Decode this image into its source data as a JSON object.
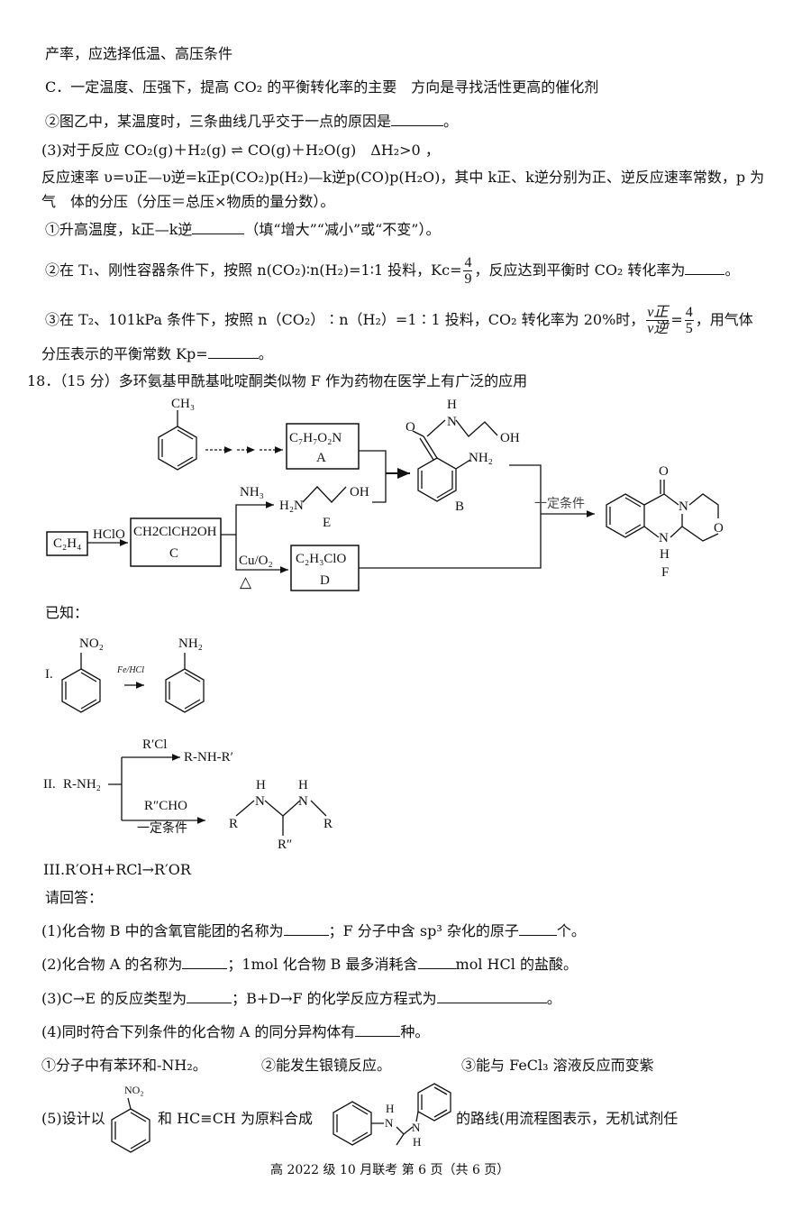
{
  "text": {
    "l1": "产率，应选择低温、高压条件",
    "l2": "C．一定温度、压强下，提高 CO₂ 的平衡转化率的主要　方向是寻找活性更高的催化剂",
    "l3": "②图乙中，某温度时，三条曲线几乎交于一点的原因是",
    "l3_end": "。",
    "l4": "(3)对于反应 CO₂(g)＋H₂(g) ⇌ CO(g)＋H₂O(g)　ΔH₂>0 ，",
    "l5": "反应速率 υ=υ正—υ逆=k正p(CO₂)p(H₂)—k逆p(CO)p(H₂O)，其中 k正、k逆分别为正、逆反应速率常数，p 为",
    "l6": "气　体的分压（分压＝总压×物质的量分数）。",
    "l7": "①升高温度，k正—k逆",
    "l7_end": "（填“增大”“减小”或“不变”）。",
    "l8": "②在 T₁、刚性容器条件下，按照 n(CO₂)∶n(H₂)=1∶1 投料，Kc=",
    "l8_num": "4",
    "l8_den": "9",
    "l8_end": "，反应达到平衡时 CO₂ 转化率为",
    "l8_end2": "。",
    "l9": "③在 T₂、101kPa 条件下，按照 n（CO₂）∶n（H₂）=1∶1 投料，CO₂ 转化率为 20%时，",
    "l9_vnum": "v正",
    "l9_vden": "v逆",
    "l9_eq": "=",
    "l9_num": "4",
    "l9_den": "5",
    "l9_end": "，用气体",
    "l10": "分压表示的平衡常数 Kp=",
    "l10_end": "。",
    "q18": "18．（15 分）多环氨基甲酰基吡啶酮类似物 F 作为药物在医学上有广泛的应用",
    "known": "已知：",
    "answer": "请回答：",
    "a1": "(1)化合物 B 中的含氧官能团的名称为",
    "a1_mid": "；F 分子中含 sp³ 杂化的原子",
    "a1_end": "个。",
    "a2": "(2)化合物 A 的名称为",
    "a2_mid": "；1mol 化合物 B 最多消耗含",
    "a2_end": "mol HCl 的盐酸。",
    "a3": "(3)C→E 的反应类型为",
    "a3_mid": "；B+D→F 的化学反应方程式为",
    "a3_end": "。",
    "a4": "(4)同时符合下列条件的化合物 A 的同分异构体有",
    "a4_end": "种。",
    "c1": "①分子中有苯环和-NH₂。",
    "c2": "②能发生银镜反应。",
    "c3": "③能与 FeCl₃ 溶液反应而变紫",
    "a5": "(5)设计以",
    "a5_mid": "和 HC≡CH 为原料合成",
    "a5_end": "的路线(用流程图表示，无机试剂任",
    "footer": "高 2022 级 10 月联考 第 6 页（共 6 页）"
  },
  "scheme": {
    "ch3": "CH₃",
    "a_formula": "C₇H₇O₂N",
    "a_label": "A",
    "b_o": "O",
    "b_h": "H",
    "b_n": "N",
    "b_oh": "OH",
    "b_nh2": "NH₂",
    "b_label": "B",
    "nh3": "NH₃",
    "e_h2n": "H₂N",
    "e_oh": "OH",
    "e_label": "E",
    "c2h4": "C₂H₄",
    "hclo": "HClO",
    "c_formula": "CH2ClCH2OH",
    "c_label": "C",
    "cu_o2": "Cu/O₂",
    "delta": "△",
    "d_formula": "C₂H₃ClO",
    "d_label": "D",
    "cond": "一定条件",
    "f_o": "O",
    "f_n": "N",
    "f_nh": "N",
    "f_h": "H",
    "f_ring_o": "O",
    "f_label": "F"
  },
  "known": {
    "i_label": "I.",
    "i_no2": "NO₂",
    "i_reagent": "Fe/HCl",
    "i_nh2": "NH₂",
    "ii_label": "II.",
    "ii_rnh2": "R-NH₂",
    "ii_r1cl": "R′Cl",
    "ii_prod1": "R-NH-R′",
    "ii_r2cho": "R″CHO",
    "ii_cond": "一定条件",
    "ii_h1": "H",
    "ii_n1": "N",
    "ii_h2": "H",
    "ii_n2": "N",
    "ii_r_left": "R",
    "ii_r_right": "R",
    "ii_r2": "R″",
    "iii": "III.R′OH+RCl→R′OR"
  },
  "q5": {
    "no2": "NO₂",
    "h1": "H",
    "n1": "N",
    "n2": "N",
    "h2": "H"
  }
}
